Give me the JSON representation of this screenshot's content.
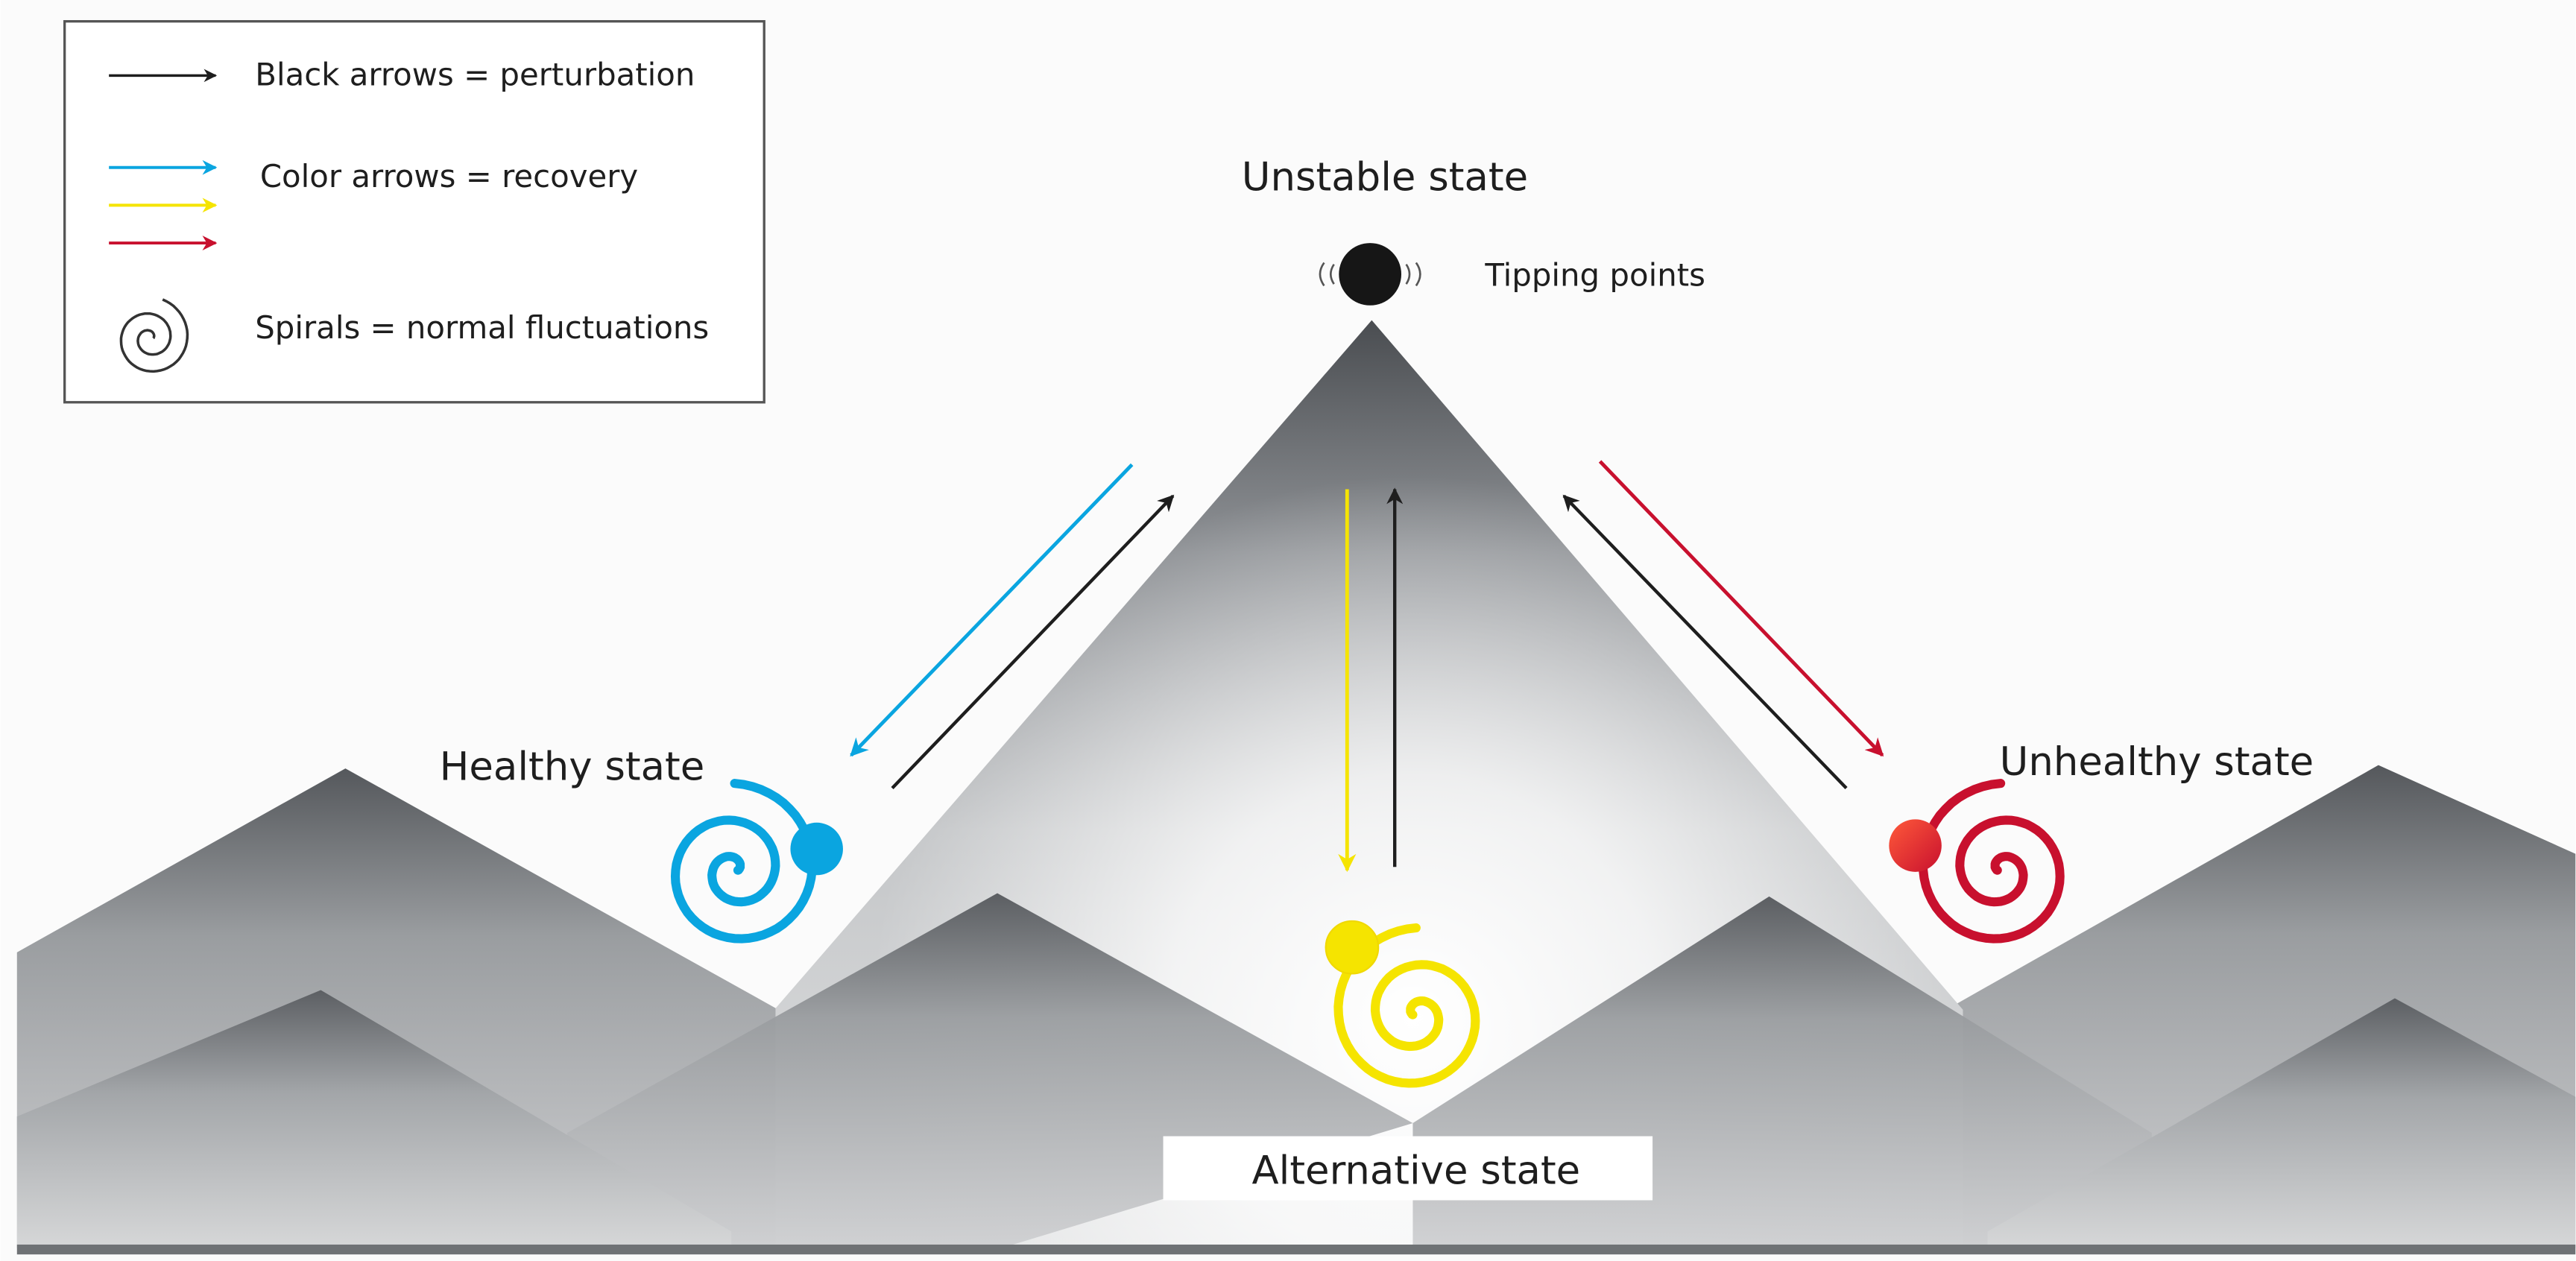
{
  "legend": {
    "perturbation": "Black arrows  = perturbation",
    "recovery": "Color arrows  = recovery",
    "spirals": "Spirals = normal fluctuations"
  },
  "labels": {
    "unstable": "Unstable state",
    "tipping": "Tipping points",
    "healthy": "Healthy state",
    "unhealthy": "Unhealthy state",
    "alternative": "Alternative state"
  },
  "colors": {
    "healthy": "#0aa5e0",
    "alternative": "#f5e400",
    "unhealthy": "#c8102e",
    "perturbation": "#1e1e1e",
    "unstable_ball": "#161616"
  },
  "icons": {
    "legend_spiral": "spiral-icon",
    "tipping_ball": "ball-icon"
  }
}
